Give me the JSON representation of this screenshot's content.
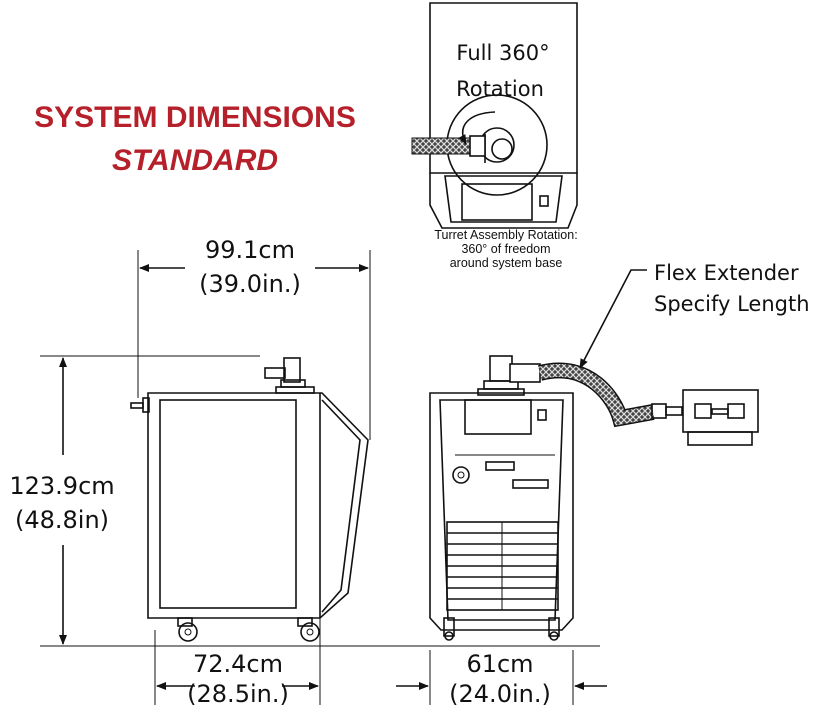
{
  "title": {
    "line1": "SYSTEM DIMENSIONS",
    "line2": "STANDARD"
  },
  "top_view": {
    "rotation_line1": "Full 360°",
    "rotation_line2": "Rotation",
    "caption_line1": "Turret Assembly Rotation:",
    "caption_line2": "360° of freedom",
    "caption_line3": "around system base"
  },
  "flex_extender": {
    "line1": "Flex Extender",
    "line2": "Specify Length"
  },
  "side_view": {
    "depth_cm": "99.1cm",
    "depth_in": "(39.0in.)",
    "height_cm": "123.9cm",
    "height_in": "(48.8in)",
    "base_cm": "72.4cm",
    "base_in": "(28.5in.)"
  },
  "front_view": {
    "width_cm": "61cm",
    "width_in": "(24.0in.)"
  },
  "colors": {
    "title": "#b5202a",
    "line": "#111111",
    "background": "#ffffff"
  }
}
